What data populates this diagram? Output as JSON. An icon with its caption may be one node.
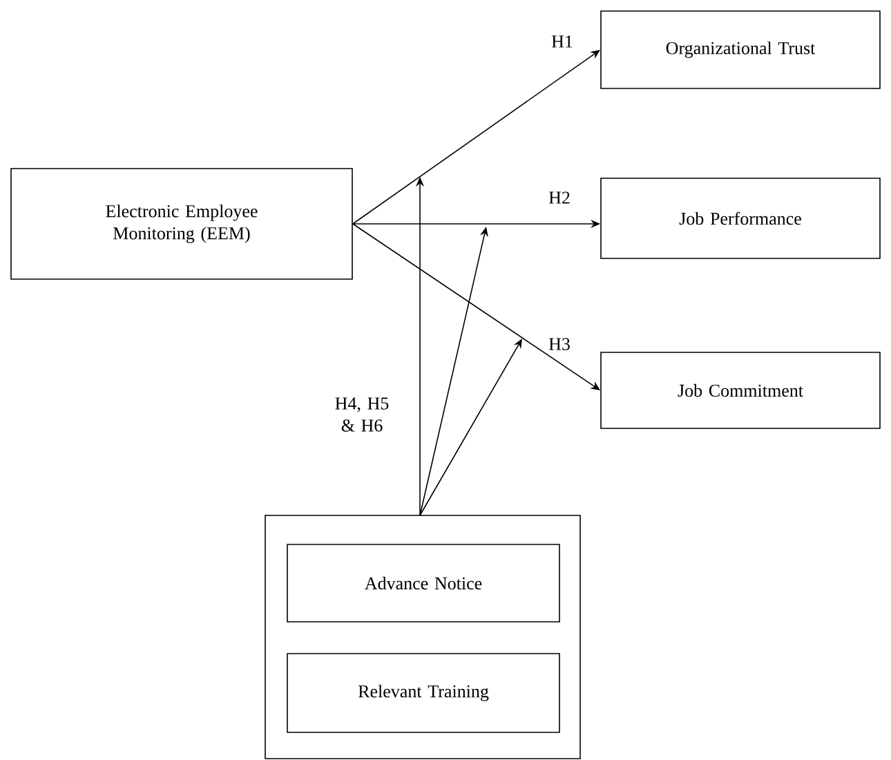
{
  "diagram": {
    "nodes": [
      {
        "text": [
          "Electronic Employee Monitoring (EEM)"
        ]
      },
      {
        "text": [
          "Organizational Trust"
        ]
      },
      {
        "text": [
          "Job Performance"
        ]
      },
      {
        "text": [
          "Job Commitment"
        ]
      },
      {
        "text": [],
        "shape": "box"
      },
      {
        "text": [
          "Advance Notice"
        ],
        "in": 4
      },
      {
        "text": [
          "Relevant Training"
        ],
        "in": 4
      }
    ],
    "edges": [
      {
        "from": 0,
        "to": 1,
        "arrow": "to",
        "label": "H1"
      },
      {
        "from": 0,
        "to": 2,
        "arrow": "to",
        "label": "H2"
      },
      {
        "from": 0,
        "to": 3,
        "arrow": "to",
        "label": "H3"
      },
      {
        "from": 4,
        "to": null,
        "arrow": "to"
      },
      {
        "from": 4,
        "to": null,
        "arrow": "to"
      },
      {
        "from": 4,
        "to": null,
        "arrow": "to"
      }
    ],
    "labels": [
      "H4, H5 & H6"
    ]
  }
}
